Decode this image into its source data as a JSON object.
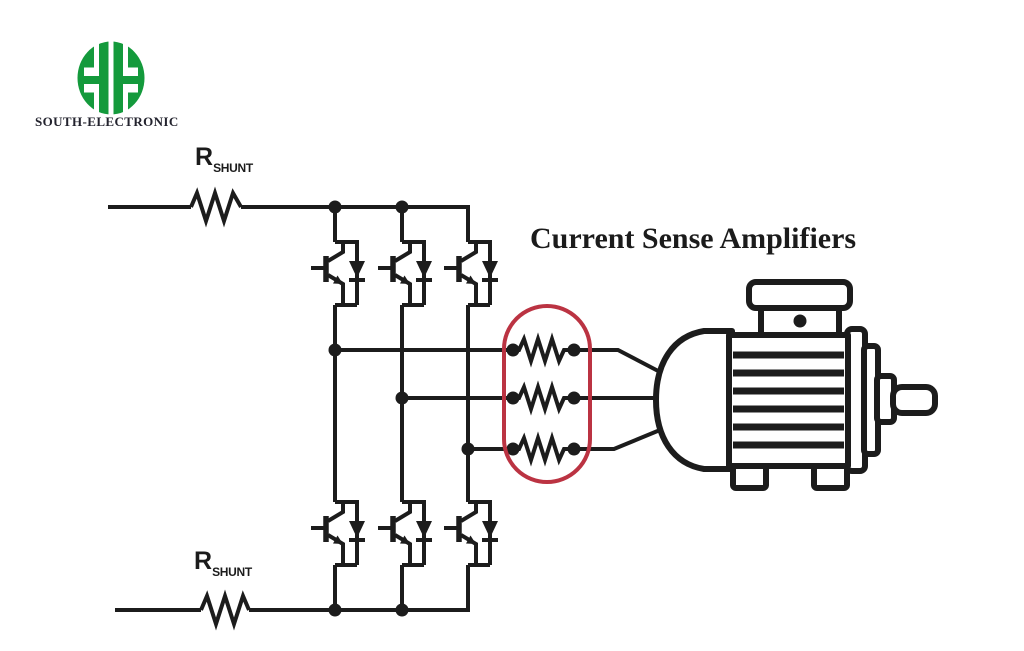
{
  "colors": {
    "line": "#1c1c1c",
    "accent_red": "#bb3342",
    "logo_green": "#149a3c",
    "logo_text": "#23232e",
    "background": "#ffffff"
  },
  "logo": {
    "company": "SOUTH-ELECTRONIC"
  },
  "heading": {
    "title": "Current Sense Amplifiers"
  },
  "labels": {
    "shunt_top": {
      "base": "R",
      "sub": "SHUNT"
    },
    "shunt_bottom": {
      "base": "R",
      "sub": "SHUNT"
    }
  },
  "icons": {
    "logo": "double-h-globe-emblem",
    "motor": "three-phase-electric-motor",
    "highlight": "red-oval-outline-around-sense-resistors"
  }
}
